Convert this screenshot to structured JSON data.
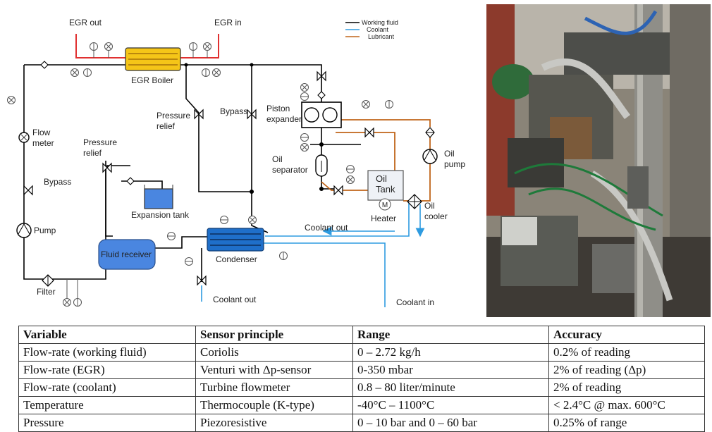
{
  "diagram": {
    "labels": {
      "egr_out": "EGR out",
      "egr_in": "EGR in",
      "egr_boiler": "EGR Boiler",
      "pressure_relief_top": "Pressure\nrelief",
      "bypass_top": "Bypass",
      "piston_expander": "Piston\nexpander",
      "flow_meter": "Flow\nmeter",
      "pressure_relief_left": "Pressure\nrelief",
      "bypass_left": "Bypass",
      "oil_separator": "Oil\nseparator",
      "oil_tank": "Oil\nTank",
      "oil_pump": "Oil\npump",
      "expansion_tank": "Expansion tank",
      "heater": "Heater",
      "oil_cooler": "Oil\ncooler",
      "pump": "Pump",
      "fluid_receiver": "Fluid receiver",
      "coolant_out_right": "Coolant out",
      "condenser": "Condenser",
      "filter": "Filter",
      "coolant_out_bottom": "Coolant out",
      "coolant_in": "Coolant in"
    },
    "legend": [
      {
        "label": "Working fluid",
        "color": "#000000"
      },
      {
        "label": "Coolant",
        "color": "#2e9be0"
      },
      {
        "label": "Lubricant",
        "color": "#c0651a"
      }
    ],
    "colors": {
      "working_fluid": "#000000",
      "coolant": "#2e9be0",
      "lubricant": "#c0651a",
      "egr": "#e03030",
      "boiler_fill": "#f5c518",
      "condenser_fill": "#1f6fc9",
      "receiver_fill": "#4a86e0",
      "expansion_fill": "#4a86e0"
    }
  },
  "photo": {
    "description_icon": "engine-test-bench-photo"
  },
  "table": {
    "headers": [
      "Variable",
      "Sensor principle",
      "Range",
      "Accuracy"
    ],
    "rows": [
      [
        "Flow-rate (working fluid)",
        "Coriolis",
        "0 – 2.72 kg/h",
        "0.2% of reading"
      ],
      [
        "Flow-rate (EGR)",
        "Venturi with Δp-sensor",
        "0-350 mbar",
        "2% of reading (Δp)"
      ],
      [
        "Flow-rate (coolant)",
        "Turbine flowmeter",
        "0.8 – 80 liter/minute",
        "2% of reading"
      ],
      [
        "Temperature",
        "Thermocouple (K-type)",
        "-40°C – 1100°C",
        "< 2.4°C @ max. 600°C"
      ],
      [
        "Pressure",
        "Piezoresistive",
        "0 – 10 bar and 0 – 60 bar",
        "0.25% of range"
      ]
    ]
  }
}
